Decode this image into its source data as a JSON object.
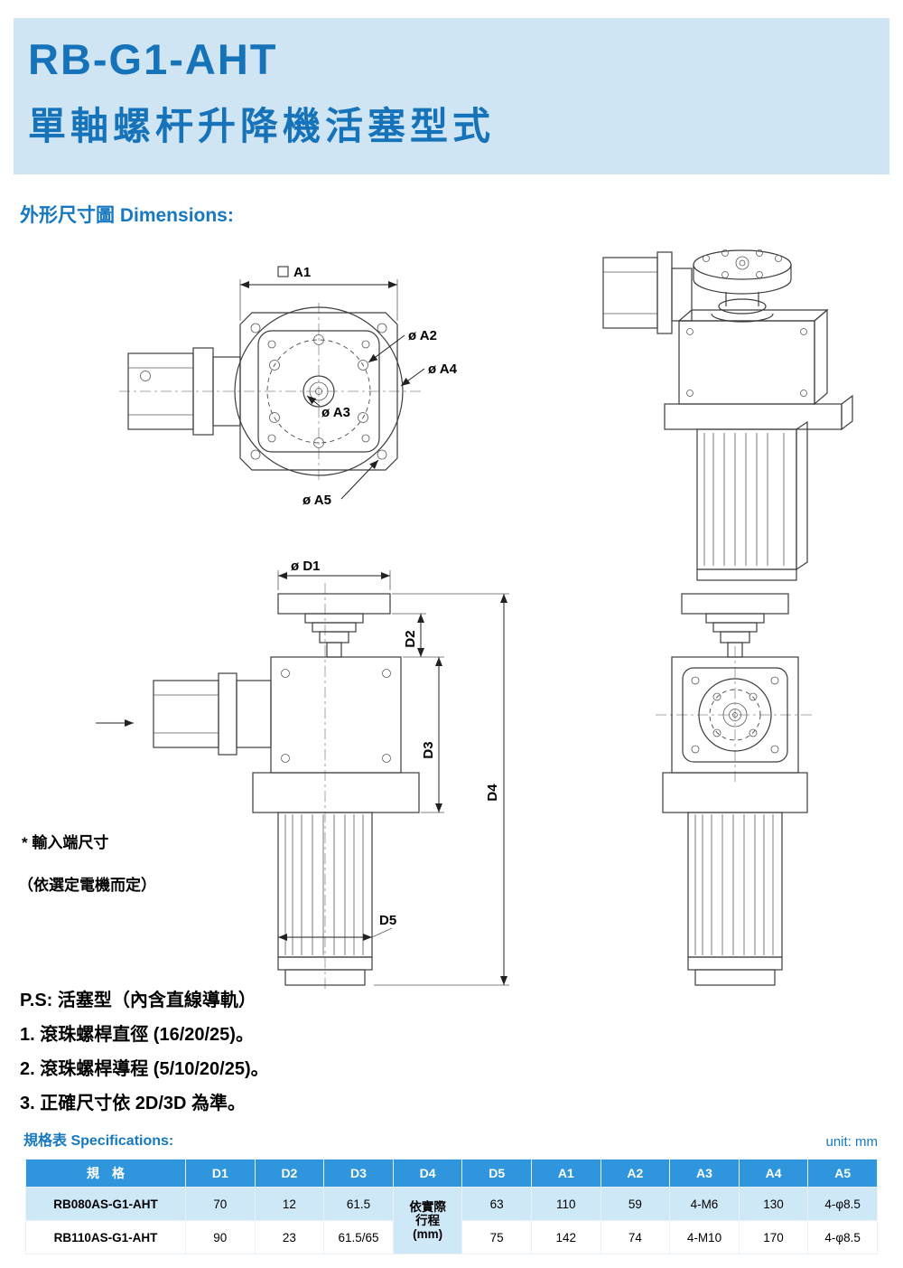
{
  "header": {
    "title": "RB-G1-AHT",
    "subtitle": "單軸螺杆升降機活塞型式"
  },
  "sections": {
    "dimensions_label": "外形尺寸圖 Dimensions:",
    "specs_label": "規格表 Specifications:",
    "unit_label": "unit: mm"
  },
  "drawing": {
    "labels": {
      "a1": "A1",
      "a2": "ø A2",
      "a3": "ø A3",
      "a4": "ø A4",
      "a5": "ø A5",
      "d1": "ø D1",
      "d2": "D2",
      "d3": "D3",
      "d4": "D4",
      "d5": "D5"
    },
    "input_note_1": "* 輸入端尺寸",
    "input_note_2": "（依選定電機而定）"
  },
  "notes": {
    "ps": "P.S: 活塞型（內含直線導軌）",
    "items": [
      "1. 滾珠螺桿直徑 (16/20/25)。",
      "2. 滾珠螺桿導程 (5/10/20/25)。",
      "3. 正確尺寸依 2D/3D 為準。"
    ]
  },
  "specs_table": {
    "headers": [
      "規　格",
      "D1",
      "D2",
      "D3",
      "D4",
      "D5",
      "A1",
      "A2",
      "A3",
      "A4",
      "A5"
    ],
    "d4_merged": "依實際\n行程\n(mm)",
    "rows": [
      {
        "model": "RB080AS-G1-AHT",
        "D1": "70",
        "D2": "12",
        "D3": "61.5",
        "D5": "63",
        "A1": "110",
        "A2": "59",
        "A3": "4-M6",
        "A4": "130",
        "A5": "4-φ8.5"
      },
      {
        "model": "RB110AS-G1-AHT",
        "D1": "90",
        "D2": "23",
        "D3": "61.5/65",
        "D5": "75",
        "A1": "142",
        "A2": "74",
        "A3": "4-M10",
        "A4": "170",
        "A5": "4-φ8.5"
      }
    ]
  },
  "colors": {
    "accent_blue": "#1778c2",
    "header_band": "#cfe5f3",
    "table_header": "#2f96dd",
    "row_light": "#cfe8f8"
  }
}
